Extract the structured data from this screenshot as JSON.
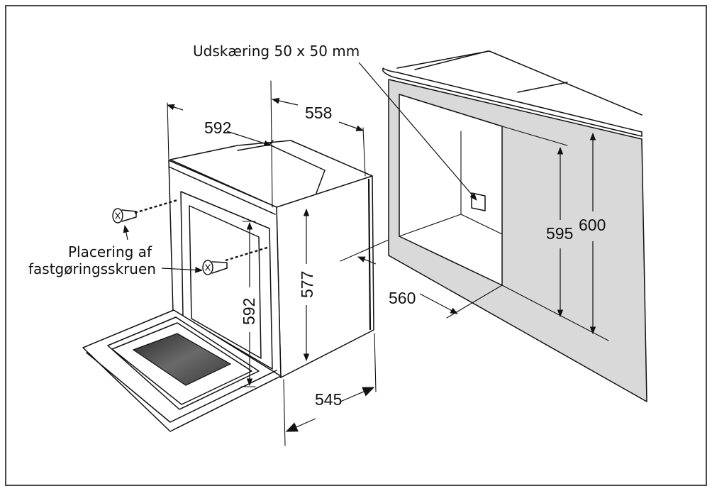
{
  "labels": {
    "cutout": "Udskæring 50 x 50 mm",
    "screw_line1": "Placering af",
    "screw_line2": "fastgøringsskruen"
  },
  "dimensions": {
    "oven_width_top": "592",
    "oven_depth_top": "558",
    "door_height": "592",
    "body_height": "577",
    "body_depth_bottom": "545",
    "niche_depth": "560",
    "niche_height_inner": "595",
    "niche_height_outer": "600"
  },
  "colors": {
    "wall_fill": "#d9d9d9",
    "window_fill": "#4a4a4a",
    "ink": "#111111"
  }
}
